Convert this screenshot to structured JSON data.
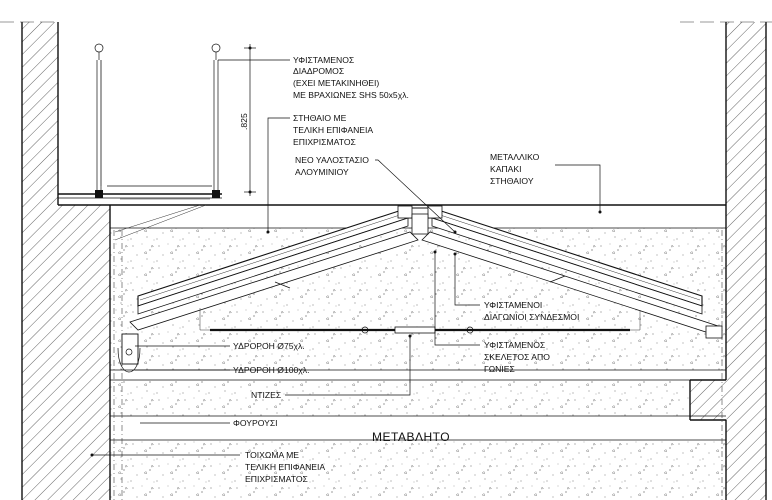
{
  "labels": {
    "walkway": [
      "ΥΦΙΣΤΑΜΕΝΟΣ",
      "ΔΙΑΔΡΟΜΟΣ",
      "(ΕΧΕΙ ΜΕΤΑΚΙΝΗΘΕΙ)",
      "ΜΕ ΒΡΑΧΙΩΝΕΣ SHS 50x5χλ."
    ],
    "dimension": ".825",
    "parapet": [
      "ΣΤΗΘΑΙΟ ΜΕ",
      "ΤΕΛΙΚΗ ΕΠΙΦΑΝΕΙΑ",
      "ΕΠΙΧΡΙΣΜΑΤΟΣ"
    ],
    "skylight": [
      "ΝΕΟ ΥΑΛΟΣΤΑΣΙΟ",
      "ΑΛΟΥΜΙΝΙΟΥ"
    ],
    "metal_cap": [
      "ΜΕΤΑΛΛΙΚΟ",
      "ΚΑΠΑΚΙ",
      "ΣΤΗΘΑΙΟΥ"
    ],
    "diagonal_bracing": [
      "ΥΦΙΣΤΑΜΕΝΟΙ",
      "ΔΙΑΓΩΝΙΟΙ ΣΥΝΔΕΣΜΟΙ"
    ],
    "angle_frame": [
      "ΥΦΙΣΤΑΜΕΝΟΣ",
      "ΣΚΕΛΕΤΟΣ ΑΠΟ",
      "ΓΩΝΙΕΣ"
    ],
    "gutter": "ΥΔΡΟΡΟΗ Ø75χλ.",
    "downpipe": "ΥΔΡΟΡΟΗ Ø100χλ.",
    "tie_rods": "ΝΤΙΖΕΣ",
    "fourousi": "ΦΟΥΡΟΥΣΙ",
    "variable": "ΜΕΤΑΒΛΗΤΟ",
    "wall": [
      "ΤΟΙΧΩΜΑ ΜΕ",
      "ΤΕΛΙΚΗ ΕΠΙΦΑΝΕΙΑ",
      "ΕΠΙΧΡΙΣΜΑΤΟΣ"
    ]
  }
}
